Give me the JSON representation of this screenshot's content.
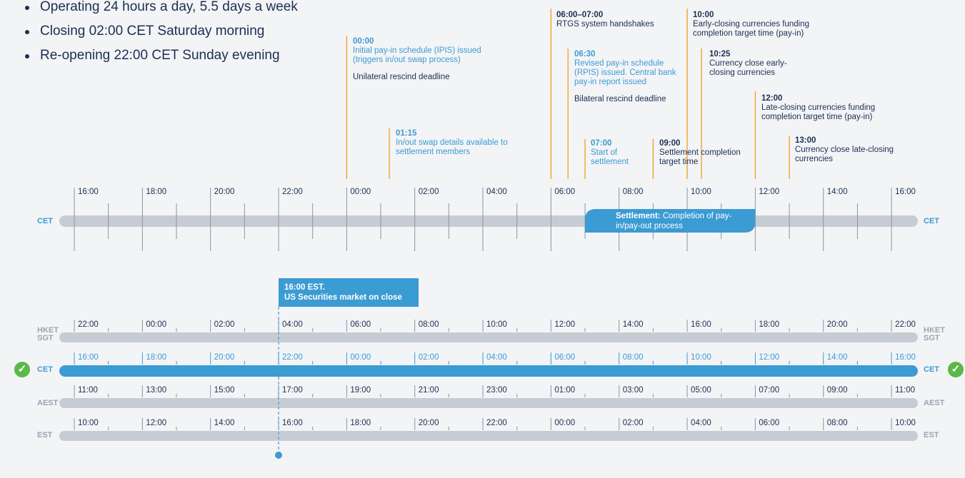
{
  "bullets": [
    "Operating 24 hours a day, 5.5 days a week",
    "Closing 02:00 CET Saturday morning",
    "Re-opening 22:00 CET Sunday evening"
  ],
  "events": {
    "e0000": {
      "time": "00:00",
      "desc": "Initial pay-in schedule (IPIS) issued (triggers in/out swap process)",
      "note": "Unilateral rescind deadline"
    },
    "e0115": {
      "time": "01:15",
      "desc": "In/out swap details available to settlement members"
    },
    "e0600": {
      "time": "06:00–07:00",
      "desc": "RTGS system handshakes"
    },
    "e0630": {
      "time": "06:30",
      "desc": "Revised pay-in schedule (RPIS) issued. Central bank pay-in report issued",
      "note": "Bilateral rescind deadline"
    },
    "e0700": {
      "time": "07:00",
      "desc": "Start of settlement"
    },
    "e0900": {
      "time": "09:00",
      "desc": "Settlement completion target time"
    },
    "e1000": {
      "time": "10:00",
      "desc": "Early-closing currencies funding completion target time (pay-in)"
    },
    "e1025": {
      "time": "10:25",
      "desc": "Currency close early-closing currencies"
    },
    "e1200": {
      "time": "12:00",
      "desc": "Late-closing currencies funding completion target time (pay-in)"
    },
    "e1300": {
      "time": "13:00",
      "desc": "Currency close late-closing currencies"
    }
  },
  "top_timeline": {
    "zone": "CET",
    "ticks": [
      "16:00",
      "18:00",
      "20:00",
      "22:00",
      "00:00",
      "02:00",
      "04:00",
      "06:00",
      "08:00",
      "10:00",
      "12:00",
      "14:00",
      "16:00"
    ]
  },
  "settlement": {
    "bold": "Settlement:",
    "text": "Completion of pay-in/pay-out process"
  },
  "us_market": {
    "line1": "16:00 EST.",
    "line2": "US Securities market on close"
  },
  "rows": [
    {
      "zone1": "HKET",
      "zone2": "SGT",
      "ticks": [
        "22:00",
        "00:00",
        "02:00",
        "04:00",
        "06:00",
        "08:00",
        "10:00",
        "12:00",
        "14:00",
        "16:00",
        "18:00",
        "20:00",
        "22:00"
      ]
    },
    {
      "zone1": "CET",
      "zone2": "",
      "ticks": [
        "16:00",
        "18:00",
        "20:00",
        "22:00",
        "00:00",
        "02:00",
        "04:00",
        "06:00",
        "08:00",
        "10:00",
        "12:00",
        "14:00",
        "16:00"
      ]
    },
    {
      "zone1": "AEST",
      "zone2": "",
      "ticks": [
        "11:00",
        "13:00",
        "15:00",
        "17:00",
        "19:00",
        "21:00",
        "23:00",
        "01:00",
        "03:00",
        "05:00",
        "07:00",
        "09:00",
        "11:00"
      ]
    },
    {
      "zone1": "EST",
      "zone2": "",
      "ticks": [
        "10:00",
        "12:00",
        "14:00",
        "16:00",
        "18:00",
        "20:00",
        "22:00",
        "00:00",
        "02:00",
        "04:00",
        "06:00",
        "08:00",
        "10:00"
      ]
    }
  ],
  "colors": {
    "orange": "#f0a01e",
    "blue": "#3b9bd3",
    "navy": "#1c2f52",
    "track": "#c7ccd4",
    "check": "#5cb848"
  },
  "icons": {
    "check": "check-circle-icon"
  }
}
